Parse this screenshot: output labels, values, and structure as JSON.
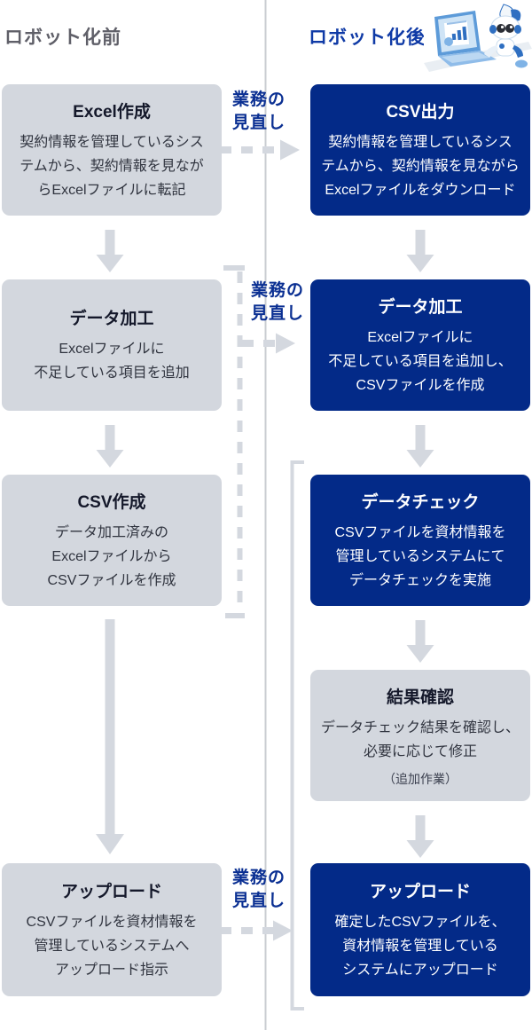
{
  "header": {
    "before_label": "ロボット化前",
    "after_label": "ロボット化後"
  },
  "review_label": "業務の\n見直し",
  "icons": {
    "robot_mascot": "robot-at-laptop-mascot",
    "down_arrow": "gray-block-down-arrow",
    "dashed_arrow": "gray-dashed-right-arrow"
  },
  "colors": {
    "box_blue": "#032a88",
    "box_gray": "#d3d7de",
    "text_on_blue": "#ffffff",
    "title_dark": "#14182a",
    "body_dark": "#30343f",
    "note_dark": "#3c4150",
    "accent_blue": "#0a2f92",
    "header_before": "#5f5f68",
    "header_after": "#0f3aa6",
    "arrow_gray": "#d4d8df",
    "divider_gray": "#c9ccd2"
  },
  "before_steps": [
    {
      "title": "Excel作成",
      "body": "契約情報を管理しているシス\nテムから、契約情報を見なが\nらExcelファイルに転記"
    },
    {
      "title": "データ加工",
      "body": "Excelファイルに\n不足している項目を追加"
    },
    {
      "title": "CSV作成",
      "body": "データ加工済みの\nExcelファイルから\nCSVファイルを作成"
    },
    {
      "title": "アップロード",
      "body": "CSVファイルを資材情報を\n管理しているシステムへ\nアップロード指示"
    }
  ],
  "after_steps": [
    {
      "title": "CSV出力",
      "body": "契約情報を管理しているシス\nテムから、契約情報を見ながら\nExcelファイルをダウンロード"
    },
    {
      "title": "データ加工",
      "body": "Excelファイルに\n不足している項目を追加し、\nCSVファイルを作成"
    },
    {
      "title": "データチェック",
      "body": "CSVファイルを資材情報を\n管理しているシステムにて\nデータチェックを実施"
    },
    {
      "title": "結果確認",
      "body": "データチェック結果を確認し、\n必要に応じて修正",
      "note": "（追加作業）"
    },
    {
      "title": "アップロード",
      "body": "確定したCSVファイルを、\n資材情報を管理している\nシステムにアップロード"
    }
  ]
}
